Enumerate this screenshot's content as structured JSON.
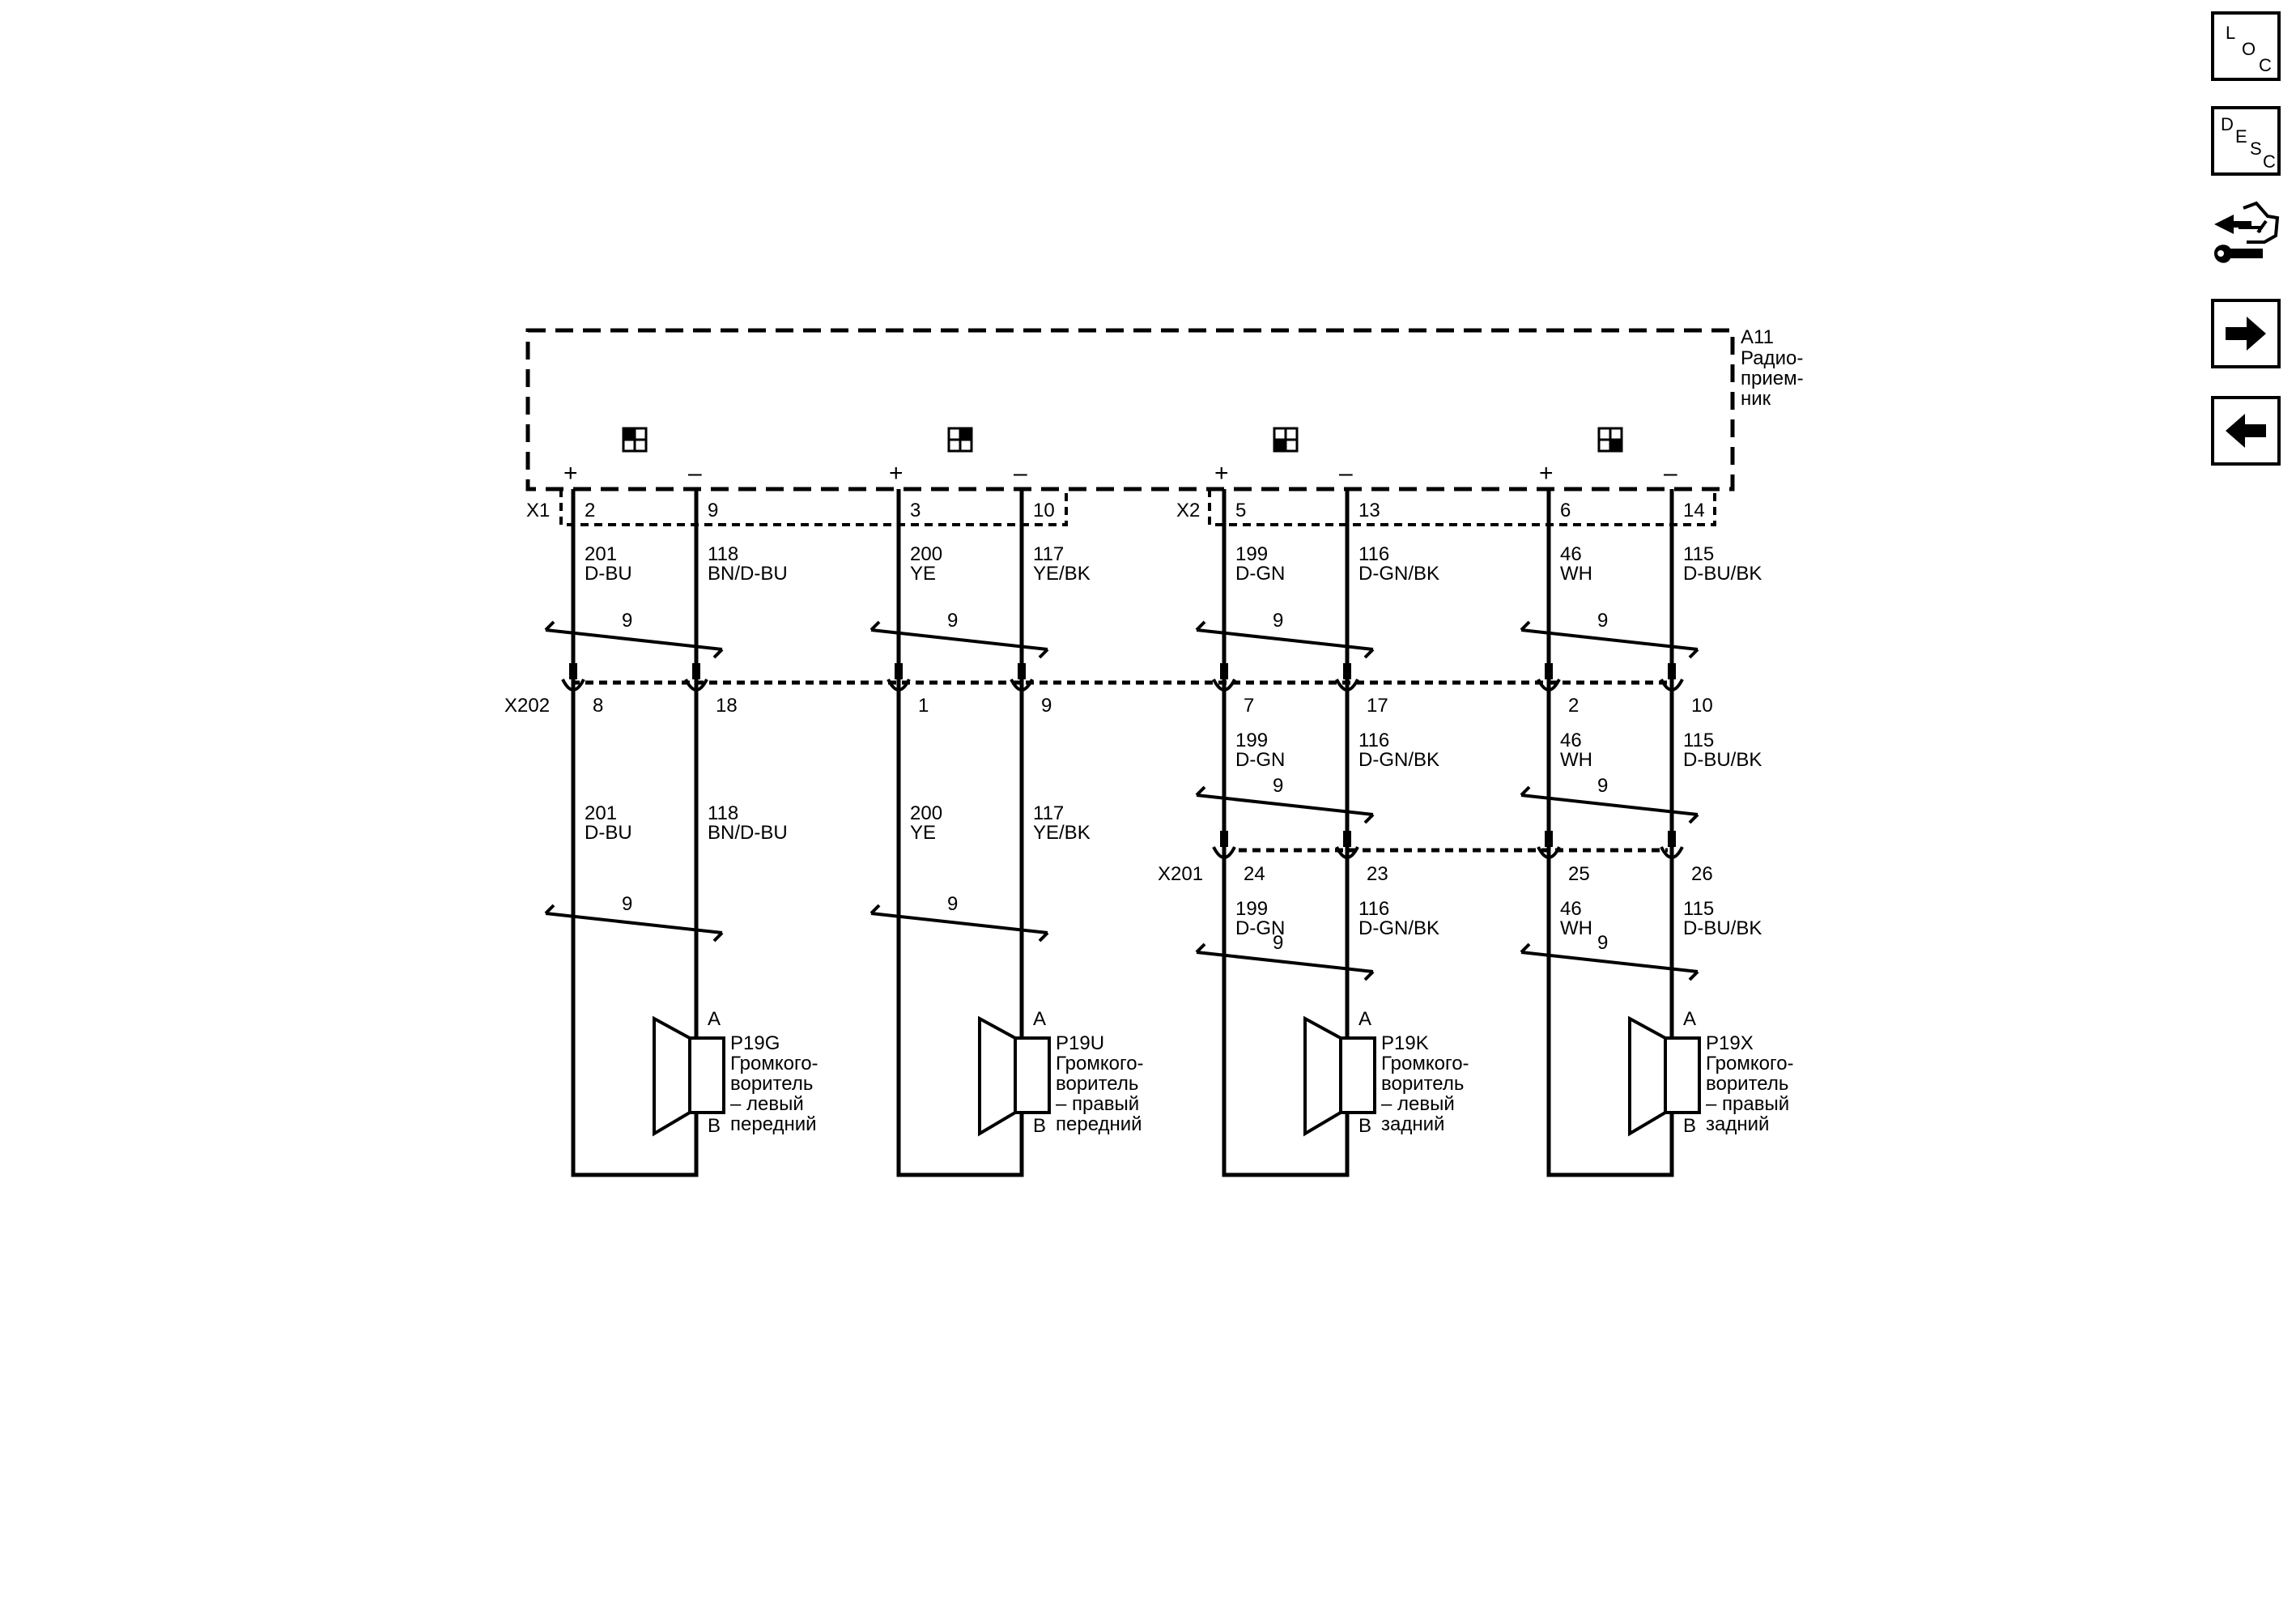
{
  "nav": {
    "loc": [
      "L",
      "O",
      "C"
    ],
    "desc": [
      "D",
      "E",
      "S",
      "C"
    ],
    "icons": [
      "connector-end-view-icon",
      "arrow-right-icon",
      "arrow-left-icon"
    ]
  },
  "module": {
    "id": "A11",
    "name": [
      "Радио-",
      "прием-",
      "ник"
    ]
  },
  "connectors": {
    "x1": "X1",
    "x2": "X2",
    "x202": "X202",
    "x201": "X201"
  },
  "shield_count": "9",
  "channels": [
    {
      "plus": {
        "x1_pin": "2",
        "x202_pin": "8",
        "x201_pin": "",
        "seg1": [
          "201",
          "D-BU"
        ],
        "seg2": [
          "",
          ""
        ],
        "seg3": [
          "201",
          "D-BU"
        ]
      },
      "minus": {
        "x1_pin": "9",
        "x202_pin": "18",
        "x201_pin": "",
        "seg1": [
          "118",
          "BN/D-BU"
        ],
        "seg2": [
          "",
          ""
        ],
        "seg3": [
          "118",
          "BN/D-BU"
        ]
      },
      "speaker": {
        "id": "P19G",
        "desc": [
          "Громкого-",
          "воритель",
          "– левый",
          "передний"
        ],
        "pin_a": "A",
        "pin_b": "B"
      }
    },
    {
      "plus": {
        "x1_pin": "3",
        "x202_pin": "1",
        "x201_pin": "",
        "seg1": [
          "200",
          "YE"
        ],
        "seg2": [
          "",
          ""
        ],
        "seg3": [
          "200",
          "YE"
        ]
      },
      "minus": {
        "x1_pin": "10",
        "x202_pin": "9",
        "x201_pin": "",
        "seg1": [
          "117",
          "YE/BK"
        ],
        "seg2": [
          "",
          ""
        ],
        "seg3": [
          "117",
          "YE/BK"
        ]
      },
      "speaker": {
        "id": "P19U",
        "desc": [
          "Громкого-",
          "воритель",
          "– правый",
          "передний"
        ],
        "pin_a": "A",
        "pin_b": "B"
      }
    },
    {
      "plus": {
        "x1_pin": "5",
        "x202_pin": "7",
        "x201_pin": "24",
        "seg1": [
          "199",
          "D-GN"
        ],
        "seg2": [
          "199",
          "D-GN"
        ],
        "seg3": [
          "199",
          "D-GN"
        ]
      },
      "minus": {
        "x1_pin": "13",
        "x202_pin": "17",
        "x201_pin": "23",
        "seg1": [
          "116",
          "D-GN/BK"
        ],
        "seg2": [
          "116",
          "D-GN/BK"
        ],
        "seg3": [
          "116",
          "D-GN/BK"
        ]
      },
      "speaker": {
        "id": "P19K",
        "desc": [
          "Громкого-",
          "воритель",
          "– левый",
          "задний"
        ],
        "pin_a": "A",
        "pin_b": "B"
      }
    },
    {
      "plus": {
        "x1_pin": "6",
        "x202_pin": "2",
        "x201_pin": "25",
        "seg1": [
          "46",
          "WH"
        ],
        "seg2": [
          "46",
          "WH"
        ],
        "seg3": [
          "46",
          "WH"
        ]
      },
      "minus": {
        "x1_pin": "14",
        "x202_pin": "10",
        "x201_pin": "26",
        "seg1": [
          "115",
          "D-BU/BK"
        ],
        "seg2": [
          "115",
          "D-BU/BK"
        ],
        "seg3": [
          "115",
          "D-BU/BK"
        ]
      },
      "speaker": {
        "id": "P19X",
        "desc": [
          "Громкого-",
          "воритель",
          "– правый",
          "задний"
        ],
        "pin_a": "A",
        "pin_b": "B"
      }
    }
  ],
  "polarity": {
    "plus": "+",
    "minus": "–"
  }
}
